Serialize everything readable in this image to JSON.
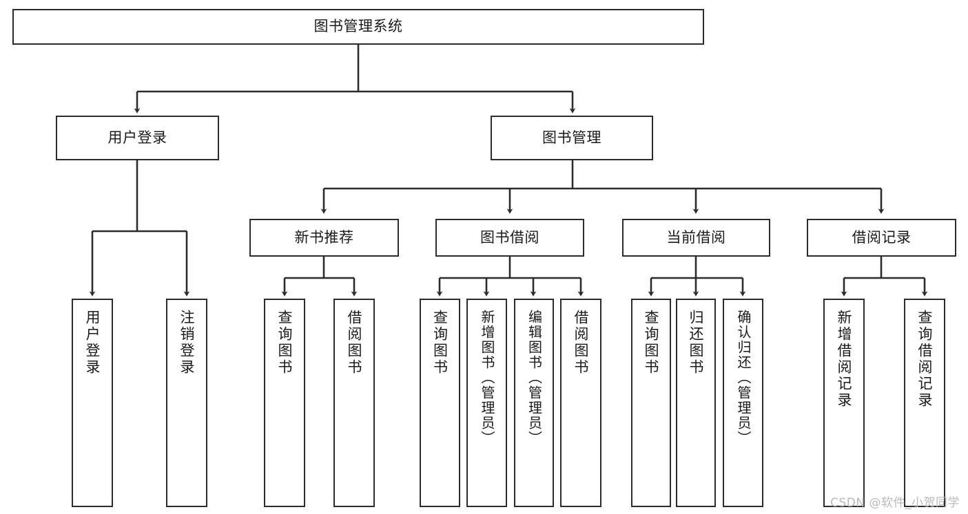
{
  "diagram": {
    "title": "图书管理系统",
    "type": "hierarchy-tree",
    "watermark": "CSDN @软件_小贺同学",
    "colors": {
      "border": "#2b2b2b",
      "background": "#ffffff",
      "text": "#1a1a1a",
      "watermark": "#b9b9b9"
    },
    "levels": {
      "root": {
        "label": "图书管理系统"
      },
      "level2": [
        {
          "label": "用户登录"
        },
        {
          "label": "图书管理"
        }
      ],
      "level3": [
        {
          "label": "新书推荐"
        },
        {
          "label": "图书借阅"
        },
        {
          "label": "当前借阅"
        },
        {
          "label": "借阅记录"
        }
      ],
      "level4": [
        {
          "label": "用户登录",
          "parent": "用户登录"
        },
        {
          "label": "注销登录",
          "parent": "用户登录"
        },
        {
          "label": "查询图书",
          "parent": "新书推荐"
        },
        {
          "label": "借阅图书",
          "parent": "新书推荐"
        },
        {
          "label": "查询图书",
          "parent": "图书借阅"
        },
        {
          "label": "新增图书（管理员）",
          "parent": "图书借阅"
        },
        {
          "label": "编辑图书（管理员）",
          "parent": "图书借阅"
        },
        {
          "label": "借阅图书",
          "parent": "图书借阅"
        },
        {
          "label": "查询图书",
          "parent": "当前借阅"
        },
        {
          "label": "归还图书",
          "parent": "当前借阅"
        },
        {
          "label": "确认归还（管理员）",
          "parent": "当前借阅"
        },
        {
          "label": "新增借阅记录",
          "parent": "借阅记录"
        },
        {
          "label": "查询借阅记录",
          "parent": "借阅记录"
        }
      ]
    }
  }
}
